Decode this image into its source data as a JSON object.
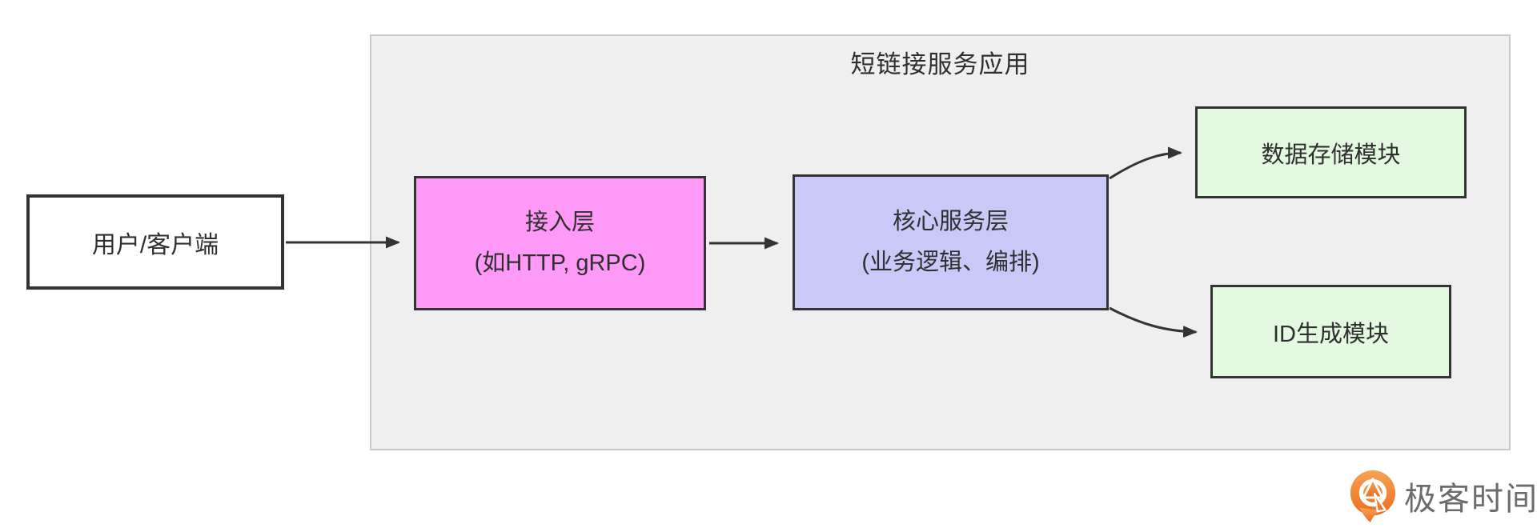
{
  "diagram": {
    "container_title": "短链接服务应用",
    "nodes": {
      "client": {
        "label": "用户/客户端"
      },
      "access": {
        "line1": "接入层",
        "line2": "(如HTTP, gRPC)"
      },
      "core": {
        "line1": "核心服务层",
        "line2": "(业务逻辑、编排)"
      },
      "storage": {
        "label": "数据存储模块"
      },
      "idgen": {
        "label": "ID生成模块"
      }
    },
    "edges": [
      {
        "from": "client",
        "to": "access"
      },
      {
        "from": "access",
        "to": "core"
      },
      {
        "from": "core",
        "to": "storage"
      },
      {
        "from": "core",
        "to": "idgen"
      }
    ]
  },
  "branding": {
    "logo_text": "极客时间"
  },
  "colors": {
    "container-bg": "#efefef",
    "container-border": "#c9c9c9",
    "node-border": "#333333",
    "client-bg": "#ffffff",
    "access-bg": "#ff99f7",
    "core-bg": "#c9c9f7",
    "module-bg": "#e3fae0",
    "arrow": "#333333",
    "text": "#2f2f2f",
    "logo-orange-top": "#f7a254",
    "logo-orange-bottom": "#ec6c1e",
    "logo-text": "#6b6b6b"
  }
}
